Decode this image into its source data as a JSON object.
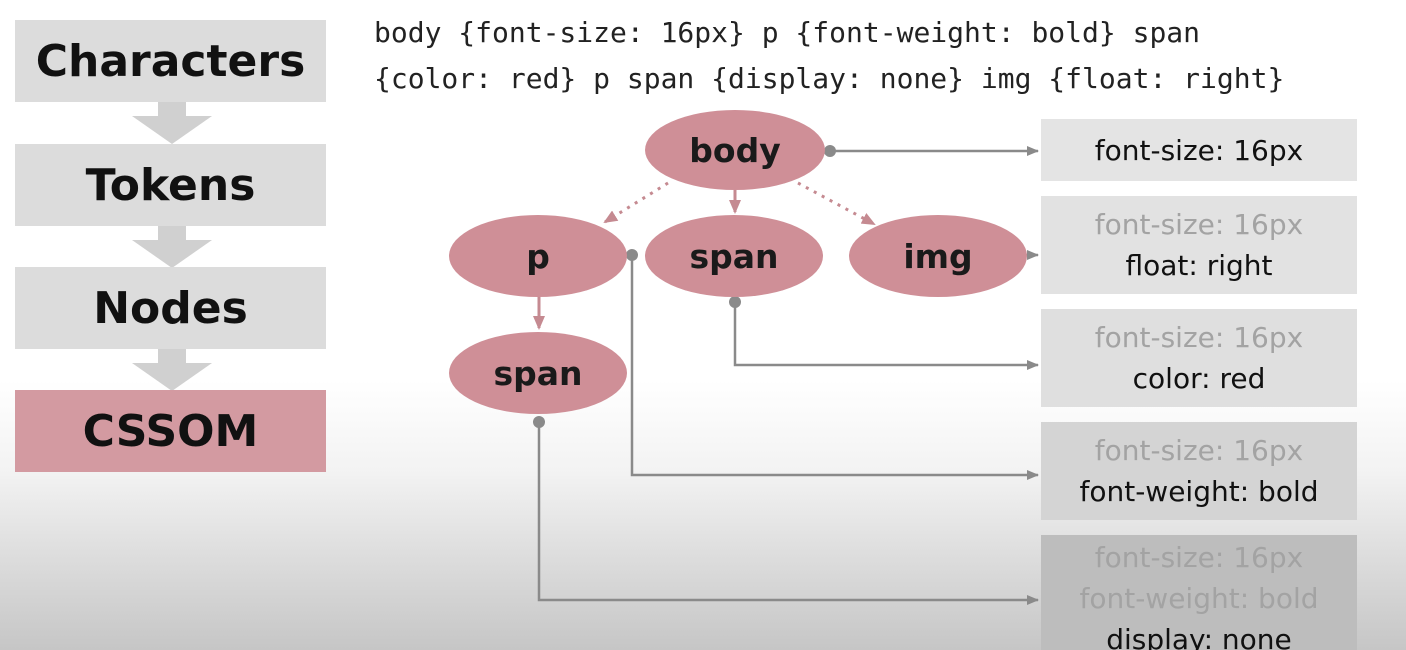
{
  "pipeline": {
    "stages": [
      "Characters",
      "Tokens",
      "Nodes",
      "CSSOM"
    ],
    "active_stage": "CSSOM"
  },
  "css_source": {
    "lines": [
      "body {font-size: 16px} p {font-weight: bold} span",
      "{color: red} p span {display: none} img {float: right}"
    ]
  },
  "tree": {
    "nodes": {
      "body": "body",
      "p": "p",
      "span": "span",
      "img": "img",
      "p_span": "span"
    }
  },
  "computed_styles": {
    "body": {
      "own": [
        "font-size: 16px"
      ]
    },
    "img": {
      "inherited": [
        "font-size: 16px"
      ],
      "own": [
        "float: right"
      ]
    },
    "span": {
      "inherited": [
        "font-size: 16px"
      ],
      "own": [
        "color: red"
      ]
    },
    "p": {
      "inherited": [
        "font-size: 16px"
      ],
      "own": [
        "font-weight: bold"
      ]
    },
    "p_span": {
      "inherited": [
        "font-size: 16px",
        "font-weight: bold"
      ],
      "own": [
        "display: none"
      ]
    }
  },
  "colors": {
    "stage_bg": "#dcdcdc",
    "active_stage_bg": "#d39aa1",
    "node_fill": "#cf8f97",
    "node_arrow": "#c58a91",
    "connector": "#8a8a8a",
    "inherited_text": "#a3a3a3"
  }
}
